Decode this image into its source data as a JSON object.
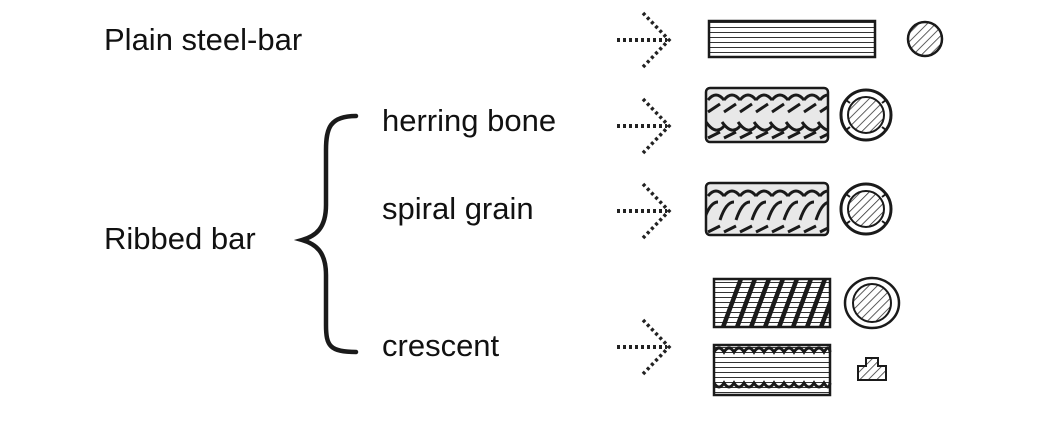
{
  "labels": {
    "plain": "Plain steel-bar",
    "ribbed": "Ribbed bar",
    "herring": "herring bone",
    "spiral": "spiral grain",
    "crescent": "crescent"
  },
  "colors": {
    "ink": "#1a1a1a",
    "hatch": "#333333",
    "paper": "#ffffff"
  },
  "icons": [
    "arrow-icon",
    "plain-bar-icon",
    "herring-bone-bar-icon",
    "spiral-grain-bar-icon",
    "crescent-bar-icon",
    "cross-section-icon"
  ]
}
